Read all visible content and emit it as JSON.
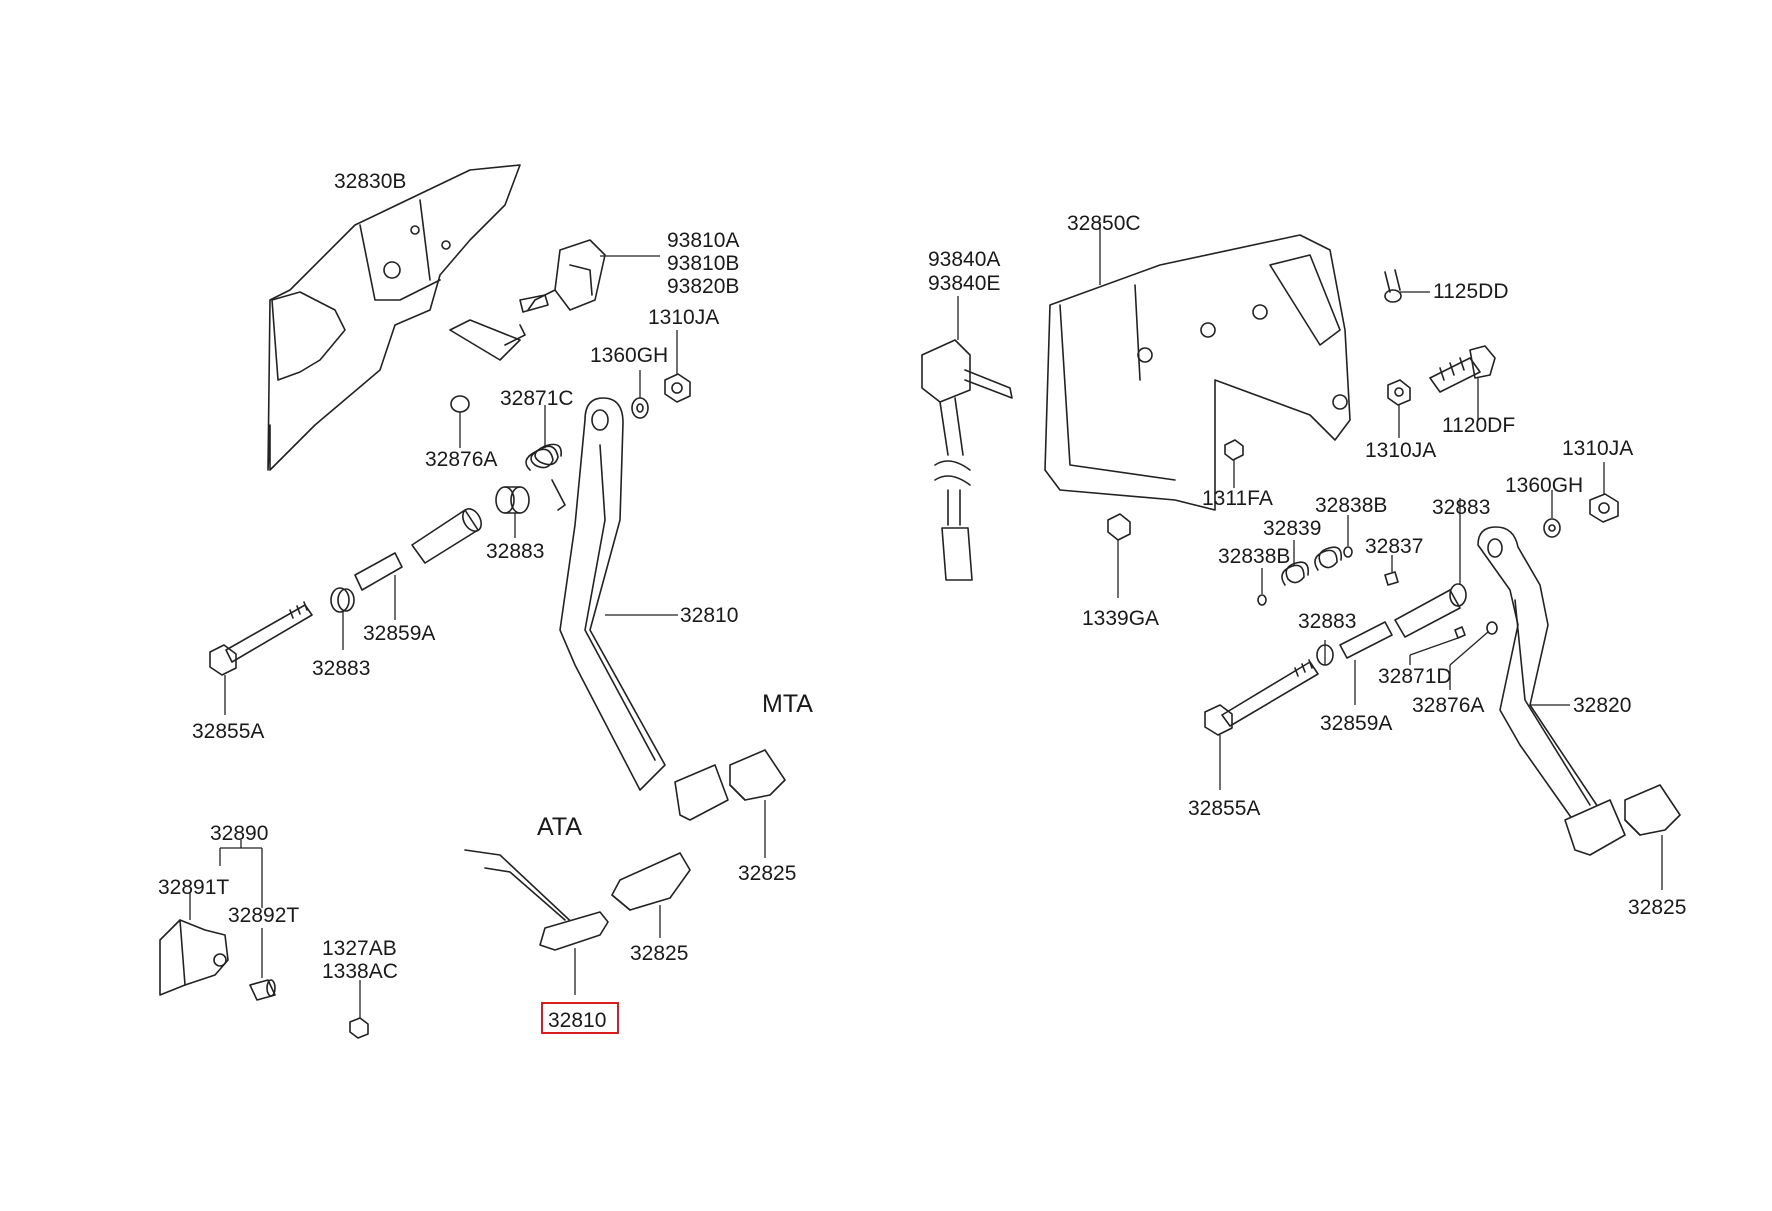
{
  "variants": {
    "mta": "MTA",
    "ata": "ATA"
  },
  "labels": {
    "bracket_left": "32830B",
    "switch_a": "93810A",
    "switch_b": "93810B",
    "switch_c": "93820B",
    "nut_1310ja_left": "1310JA",
    "washer_1360gh_left": "1360GH",
    "spring_32871c": "32871C",
    "bushing_32876a_left": "32876A",
    "bushing_32883_upper_left": "32883",
    "pedal_32810_mta": "32810",
    "sleeve_32859a_left": "32859A",
    "bushing_32883_lower_left": "32883",
    "bolt_32855a_left": "32855A",
    "pad_32825_mta": "32825",
    "kit_32890": "32890",
    "plate_32891t": "32891T",
    "pin_32892t": "32892T",
    "nut_1327ab": "1327AB",
    "nut_1338ac": "1338AC",
    "pad_32825_ata": "32825",
    "pedal_32810_ata_selected": "32810",
    "switch_93840a": "93840A",
    "switch_93840e": "93840E",
    "bracket_32850c": "32850C",
    "bolt_1125dd": "1125DD",
    "bolt_1120df": "1120DF",
    "nut_1310ja_right_upper": "1310JA",
    "nut_1310ja_right_lower": "1310JA",
    "nut_1311fa": "1311FA",
    "washer_1360gh_right": "1360GH",
    "pin_32838b_upper": "32838B",
    "spring_32839": "32839",
    "bushing_32883_right_upper": "32883",
    "pin_32838b_lower": "32838B",
    "pin_32837": "32837",
    "nut_1339ga": "1339GA",
    "bushing_32883_right_lower": "32883",
    "spring_32871d": "32871D",
    "bushing_32876a_right": "32876A",
    "pedal_32820": "32820",
    "sleeve_32859a_right": "32859A",
    "bolt_32855a_right": "32855A",
    "pad_32825_right": "32825"
  },
  "colors": {
    "line": "#222222",
    "highlight": "#d81e1e",
    "background": "#ffffff"
  }
}
